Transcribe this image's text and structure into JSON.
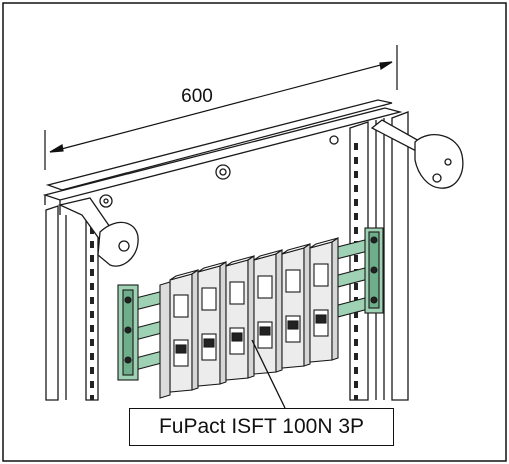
{
  "diagram": {
    "dimension_label": "600",
    "callout_label": "FuPact ISFT 100N 3P",
    "colors": {
      "busbar": "#9fd2b4",
      "busbar_dark": "#6fae8b",
      "line": "#1a1a1a",
      "breaker_body": "#e9e9e9"
    },
    "breaker_count": 6
  }
}
